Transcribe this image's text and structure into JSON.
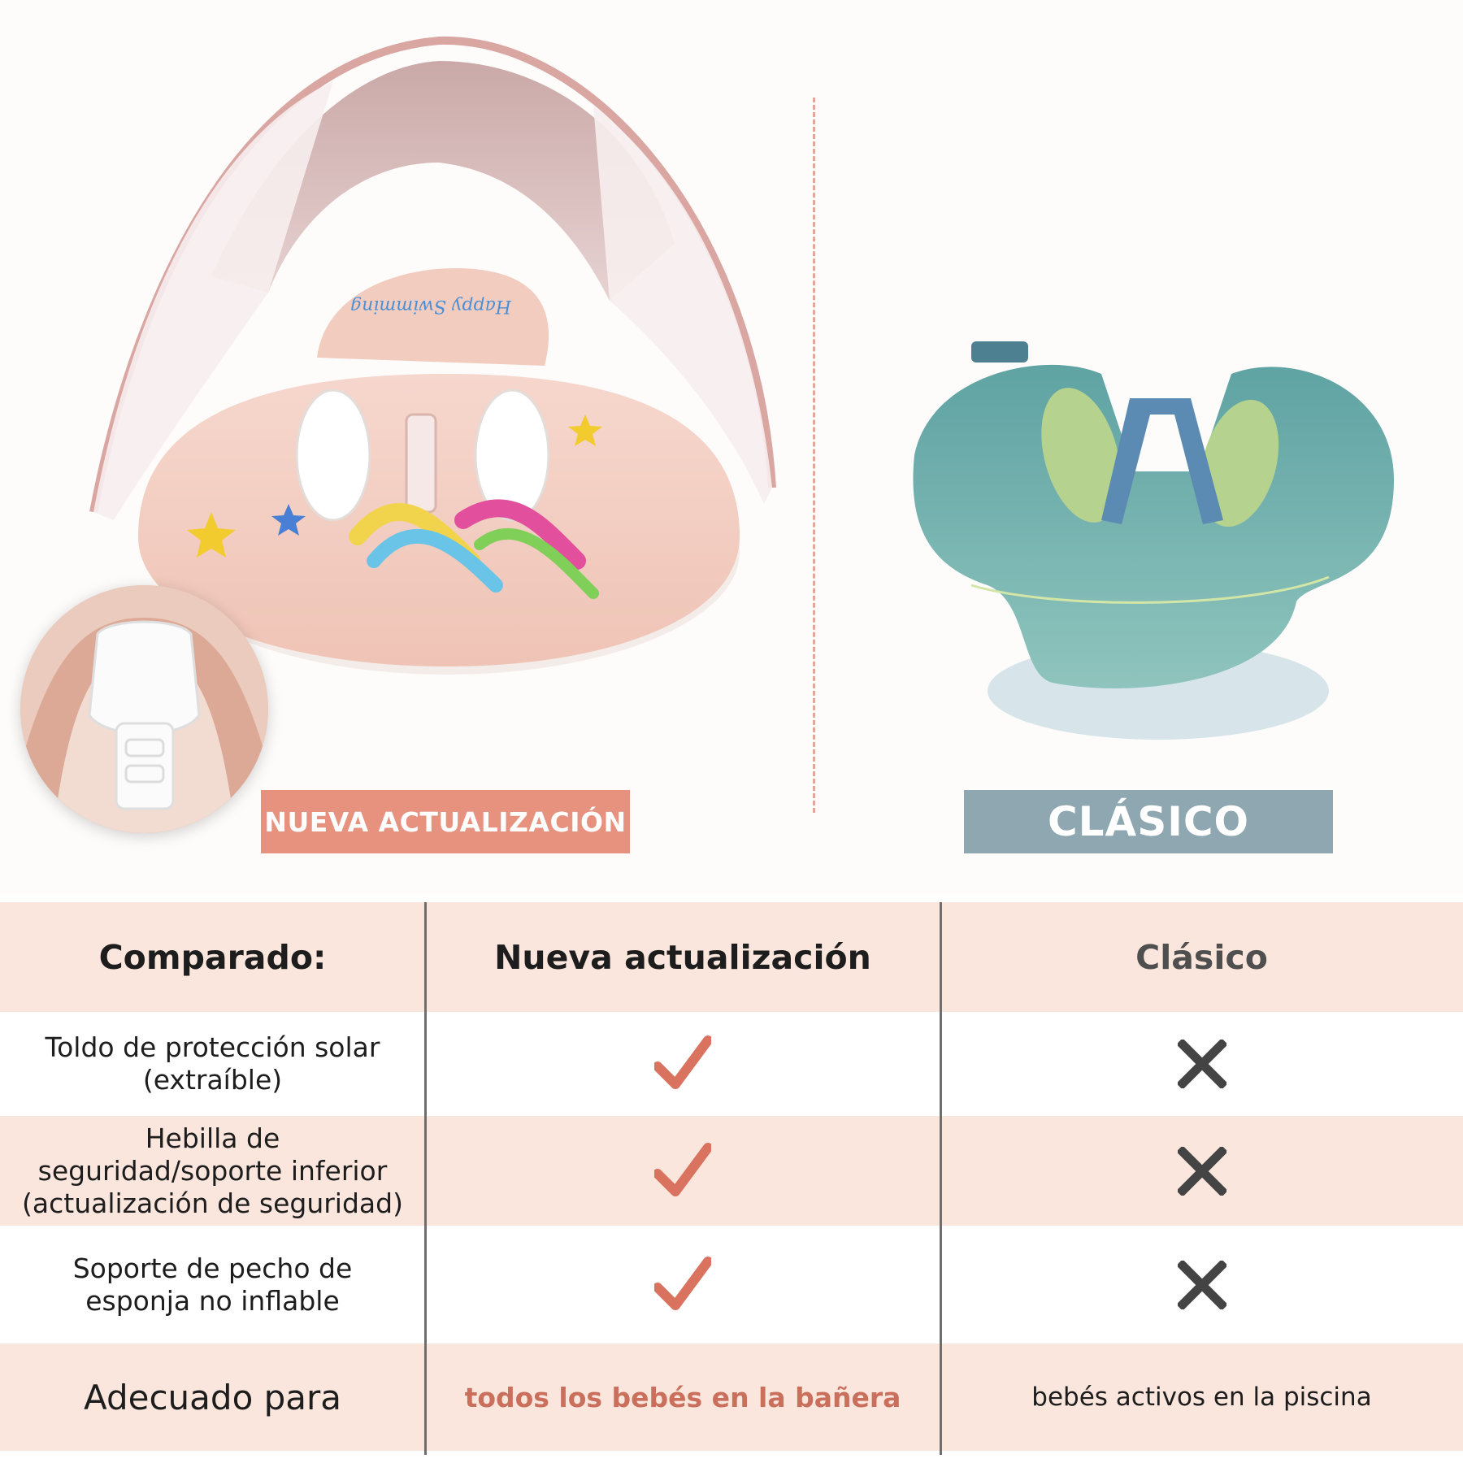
{
  "badges": {
    "new_label": "NUEVA ACTUALIZACIÓN",
    "classic_label": "CLÁSICO"
  },
  "product_print": {
    "brand_script": "Happy Swimming"
  },
  "table": {
    "headers": [
      "Comparado:",
      "Nueva actualización",
      "Clásico"
    ],
    "rows": [
      {
        "feature": [
          "Toldo de protección solar",
          "(extraíble)"
        ],
        "new": "check",
        "classic": "cross"
      },
      {
        "feature": [
          "Hebilla de",
          "seguridad/soporte inferior",
          "(actualización de seguridad)"
        ],
        "new": "check",
        "classic": "cross"
      },
      {
        "feature": [
          "Soporte de pecho de",
          "esponja no inflable"
        ],
        "new": "check",
        "classic": "cross"
      }
    ],
    "suitable": {
      "label": "Adecuado para",
      "new": "todos los bebés en la bañera",
      "classic": "bebés activos en la piscina"
    }
  },
  "colors": {
    "accent": "#e6927e",
    "classic": "#8fa7b1",
    "row_tint": "#fbe6dd",
    "check": "#d9735f",
    "cross": "#444444"
  }
}
